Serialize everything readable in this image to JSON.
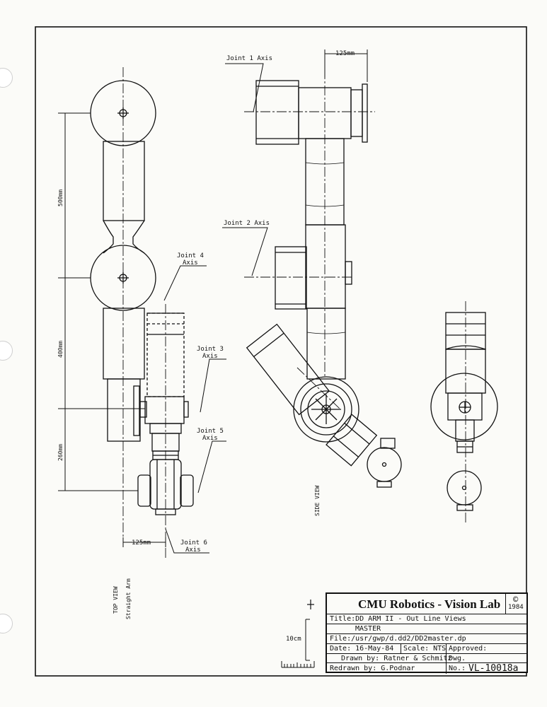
{
  "views": {
    "top_view": "TOP VIEW",
    "top_view_sub": "Straight Arm",
    "side_view": "SIDE VIEW"
  },
  "callouts": {
    "joint1": "Joint 1 Axis",
    "joint2": "Joint 2 Axis",
    "joint4_l1": "Joint 4",
    "joint4_l2": "Axis",
    "joint3_l1": "Joint 3",
    "joint3_l2": "Axis",
    "joint5_l1": "Joint 5",
    "joint5_l2": "Axis",
    "joint6_l1": "Joint 6",
    "joint6_l2": "Axis"
  },
  "dimensions": {
    "d500": "500mm",
    "d400": "400mm",
    "d260": "260mm",
    "d125_top": "125mm",
    "d125_side": "125mm",
    "scale_bar": "10cm"
  },
  "title_block": {
    "lab": "CMU Robotics - Vision Lab",
    "copyright_symbol": "©",
    "year": "1984",
    "title": "Title:DD ARM II - Out Line Views",
    "subtitle": "MASTER",
    "file": "File:/usr/gwp/d.dd2/DD2master.dp",
    "date": "Date: 16-May-84",
    "scale": "Scale: NTS",
    "approved": "Approved:",
    "drawn_by": "Drawn by: Ratner & Schmitz",
    "redrawn_by": "Redrawn by: G.Podnar",
    "dwg_label": "Dwg.",
    "no_label": "No.:",
    "dwg_number": "VL-10018a"
  }
}
